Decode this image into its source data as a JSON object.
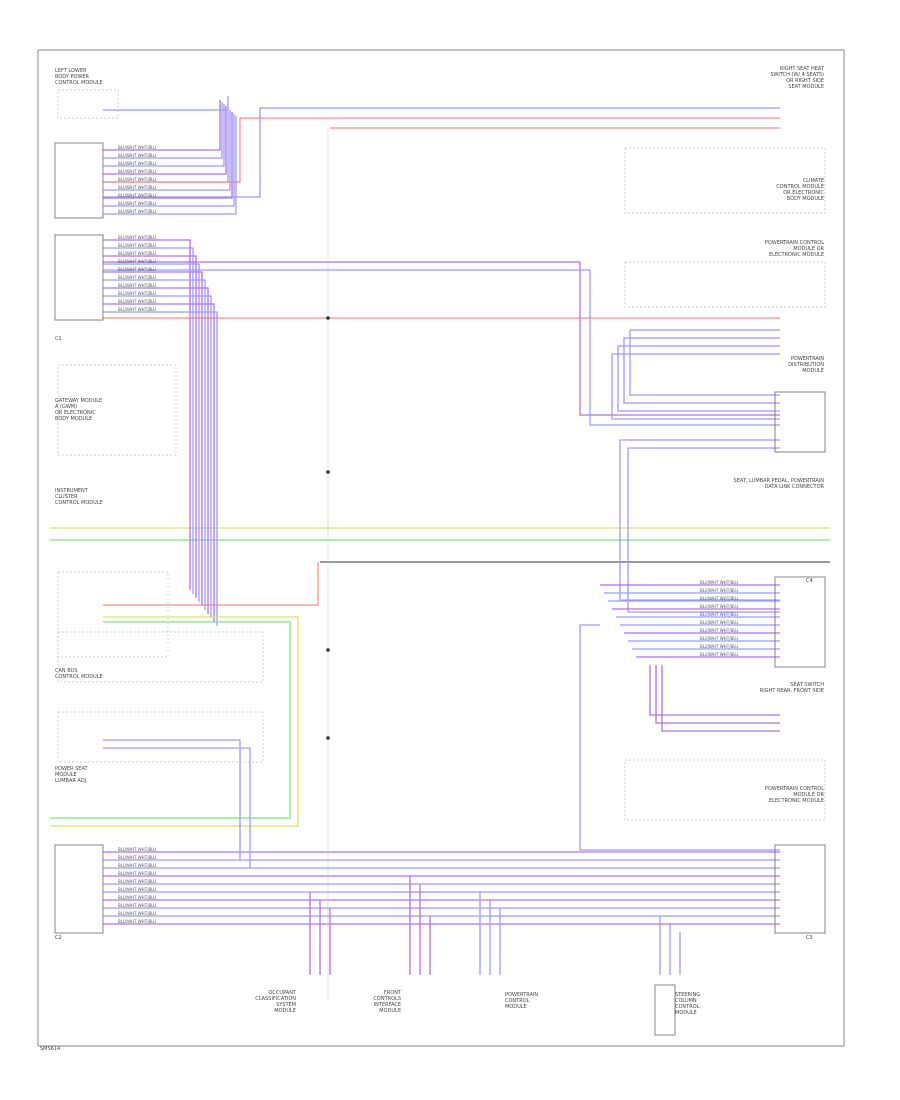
{
  "figure_id": "SMS614",
  "labels": {
    "left_lower_comp": "LEFT LOWER\nBODY POWER\nCONTROL MODULE",
    "right_upper_comp": "RIGHT SEAT HEAT\nSWITCH (W/ 4 SEATS)\nOR RIGHT SIDE\nSEAT MODULE",
    "right_climate_comp": "CLIMATE\nCONTROL MODULE\nOR ELECTRONIC\nBODY MODULE",
    "right_power_comp": "POWERTRAIN CONTROL\nMODULE OR\nELECTRONIC MODULE",
    "right_dist_comp": "POWERTRAIN\nDISTRIBUTION\nMODULE",
    "right_mid_comp": "SEAT, LUMBAR PEDAL, POWERTRAIN\nDATA LINK CONNECTOR",
    "right_lower_seat": "SEAT SWITCH\nRIGHT REAR, FRONT SIDE",
    "right_lower_module": "POWERTRAIN CONTROL\nMODULE OR\nELECTRONIC MODULE",
    "left_mid_comp": "GATEWAY MODULE\nA (GWM)\nOR ELECTRONIC\nBODY MODULE",
    "left_mid_comp2": "INSTRUMENT\nCLUSTER\nCONTROL MODULE",
    "left_ctl_comp": "CAN BUS\nCONTROL MODULE",
    "left_low_comp": "POWER SEAT\nMODULE\nLUMBAR ADJ.",
    "bottom_1": "OCCUPANT\nCLASSIFICATION\nSYSTEM\nMODULE",
    "bottom_2": "FRONT\nCONTROLS\nINTERFACE\nMODULE",
    "bottom_3": "POWERTRAIN\nCONTROL\nMODULE",
    "bottom_4": "STEERING\nCOLUMN\nCONTROL\nMODULE",
    "conn_c1": "C1",
    "conn_c2": "C2",
    "conn_c3": "C3",
    "conn_c4": "C4",
    "wire_label": "BLU/WHT  WHT/BLU"
  }
}
